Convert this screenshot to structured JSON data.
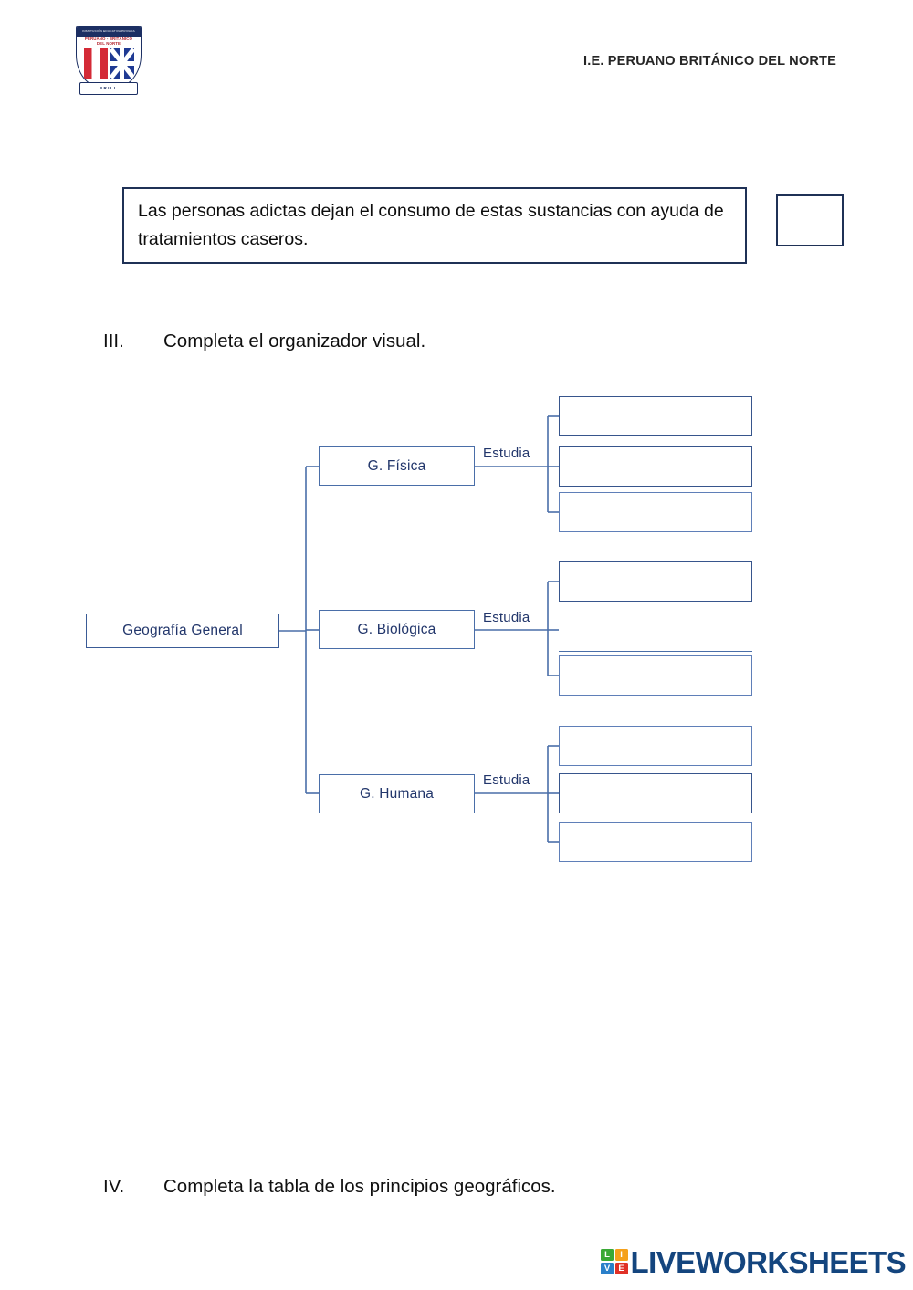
{
  "header": {
    "title": "I.E. PERUANO BRITÁNICO DEL NORTE",
    "crest": {
      "top_band": "INSTITUCIÓN EDUCATIVA PRIVADA",
      "name_line1": "PERUANO - BRITÁNICO",
      "name_line2": "DEL NORTE",
      "banner": "BRILL"
    }
  },
  "statement": {
    "text": "Las personas adictas dejan el consumo de estas sustancias con ayuda de tratamientos caseros.",
    "answer_value": "",
    "answer_placeholder": ""
  },
  "sections": {
    "three": {
      "numeral": "III.",
      "title": "Completa el organizador visual."
    },
    "four": {
      "numeral": "IV.",
      "title": "Completa la tabla de los principios geográficos."
    }
  },
  "organizer": {
    "root": "Geografía General",
    "relation_label": "Estudia",
    "branches": [
      {
        "label": "G. Física",
        "relation": "Estudia",
        "answers": [
          {
            "value": "",
            "placeholder": ""
          },
          {
            "value": "",
            "placeholder": ""
          },
          {
            "value": "",
            "placeholder": ""
          }
        ]
      },
      {
        "label": "G. Biológica",
        "relation": "Estudia",
        "answers": [
          {
            "value": "",
            "placeholder": ""
          },
          {
            "value": "",
            "placeholder": ""
          },
          {
            "value": "",
            "placeholder": ""
          }
        ]
      },
      {
        "label": "G. Humana",
        "relation": "Estudia",
        "answers": [
          {
            "value": "",
            "placeholder": ""
          },
          {
            "value": "",
            "placeholder": ""
          },
          {
            "value": "",
            "placeholder": ""
          }
        ]
      }
    ]
  },
  "logo": {
    "tiles": [
      {
        "letter": "L",
        "color": "#3aa935"
      },
      {
        "letter": "I",
        "color": "#f5a11b"
      },
      {
        "letter": "V",
        "color": "#2a7fc9"
      },
      {
        "letter": "E",
        "color": "#e03127"
      }
    ],
    "wordmark": "LIVEWORKSHEETS"
  },
  "colors": {
    "node_border": "#4a6ea8",
    "node_text": "#22366b",
    "statement_border": "#1f3156",
    "logo_navy": "#14457e"
  }
}
